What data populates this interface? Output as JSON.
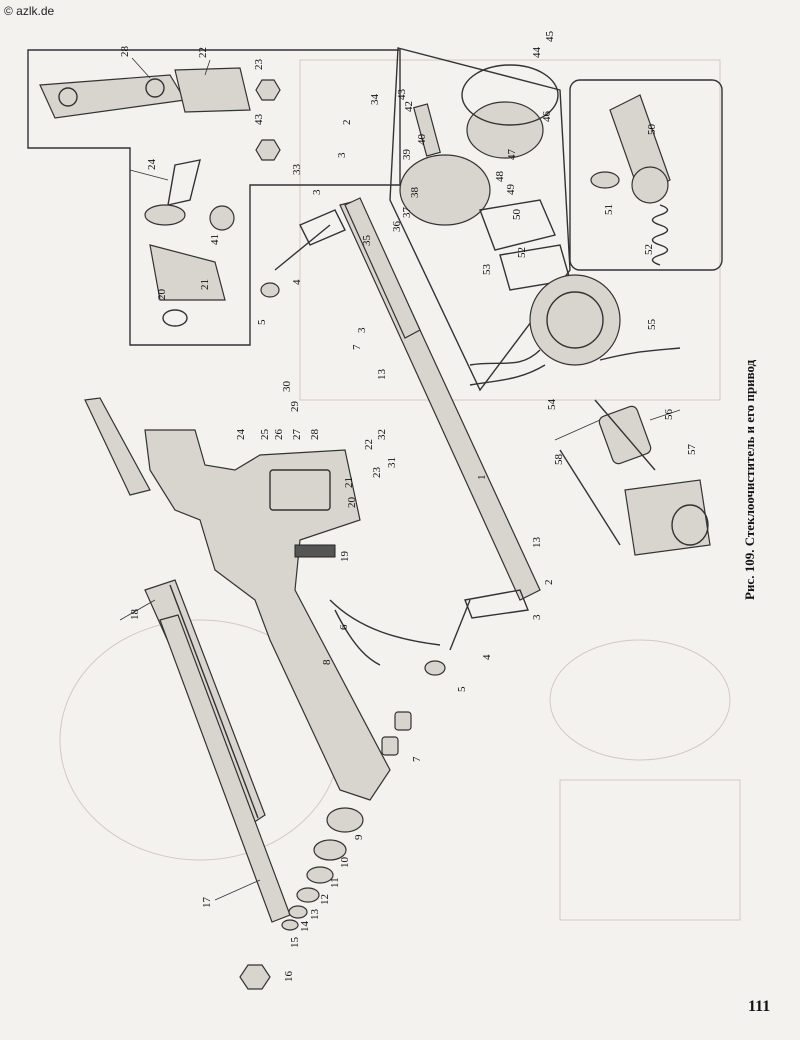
{
  "watermark": "© azlk.de",
  "caption": "Рис. 109. Стеклоочиститель и его привод",
  "page_number": "111",
  "callouts": [
    "1",
    "2",
    "3",
    "4",
    "5",
    "6",
    "7",
    "8",
    "9",
    "10",
    "11",
    "12",
    "13",
    "14",
    "15",
    "16",
    "17",
    "18",
    "19",
    "20",
    "21",
    "22",
    "23",
    "24",
    "25",
    "26",
    "27",
    "28",
    "29",
    "30",
    "31",
    "32",
    "33",
    "34",
    "35",
    "36",
    "37",
    "38",
    "39",
    "40",
    "41",
    "42",
    "43",
    "44",
    "45",
    "46",
    "47",
    "48",
    "49",
    "50",
    "51",
    "52",
    "53",
    "54",
    "55",
    "56",
    "57",
    "58"
  ]
}
